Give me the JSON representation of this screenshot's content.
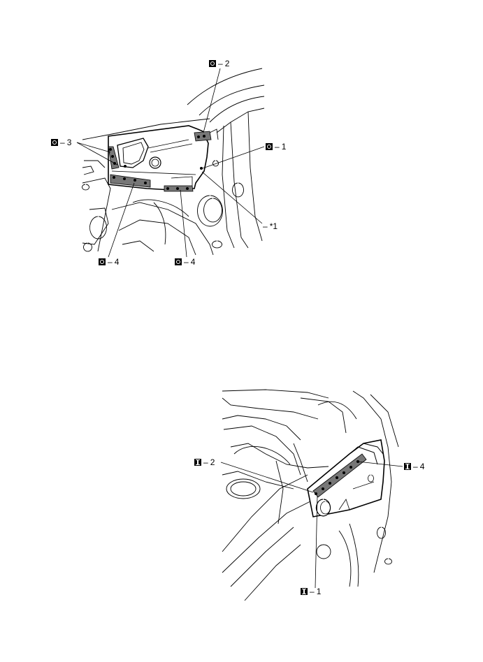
{
  "figure_top": {
    "callouts": [
      {
        "id": "o2",
        "badge": "o",
        "text": "2"
      },
      {
        "id": "o3",
        "badge": "o",
        "text": "3"
      },
      {
        "id": "o1",
        "badge": "o",
        "text": "1"
      },
      {
        "id": "star1",
        "badge": "",
        "text": "*1"
      },
      {
        "id": "o4a",
        "badge": "o",
        "text": "4"
      },
      {
        "id": "o4b",
        "badge": "o",
        "text": "4"
      }
    ]
  },
  "figure_bottom": {
    "callouts": [
      {
        "id": "i2",
        "badge": "i",
        "text": "2"
      },
      {
        "id": "i4",
        "badge": "i",
        "text": "4"
      },
      {
        "id": "i1",
        "badge": "i",
        "text": "1"
      }
    ]
  },
  "dash": "–",
  "colors": {
    "line": "#000000",
    "shade": "#6b6b6b",
    "panel_fill": "#ffffff"
  }
}
